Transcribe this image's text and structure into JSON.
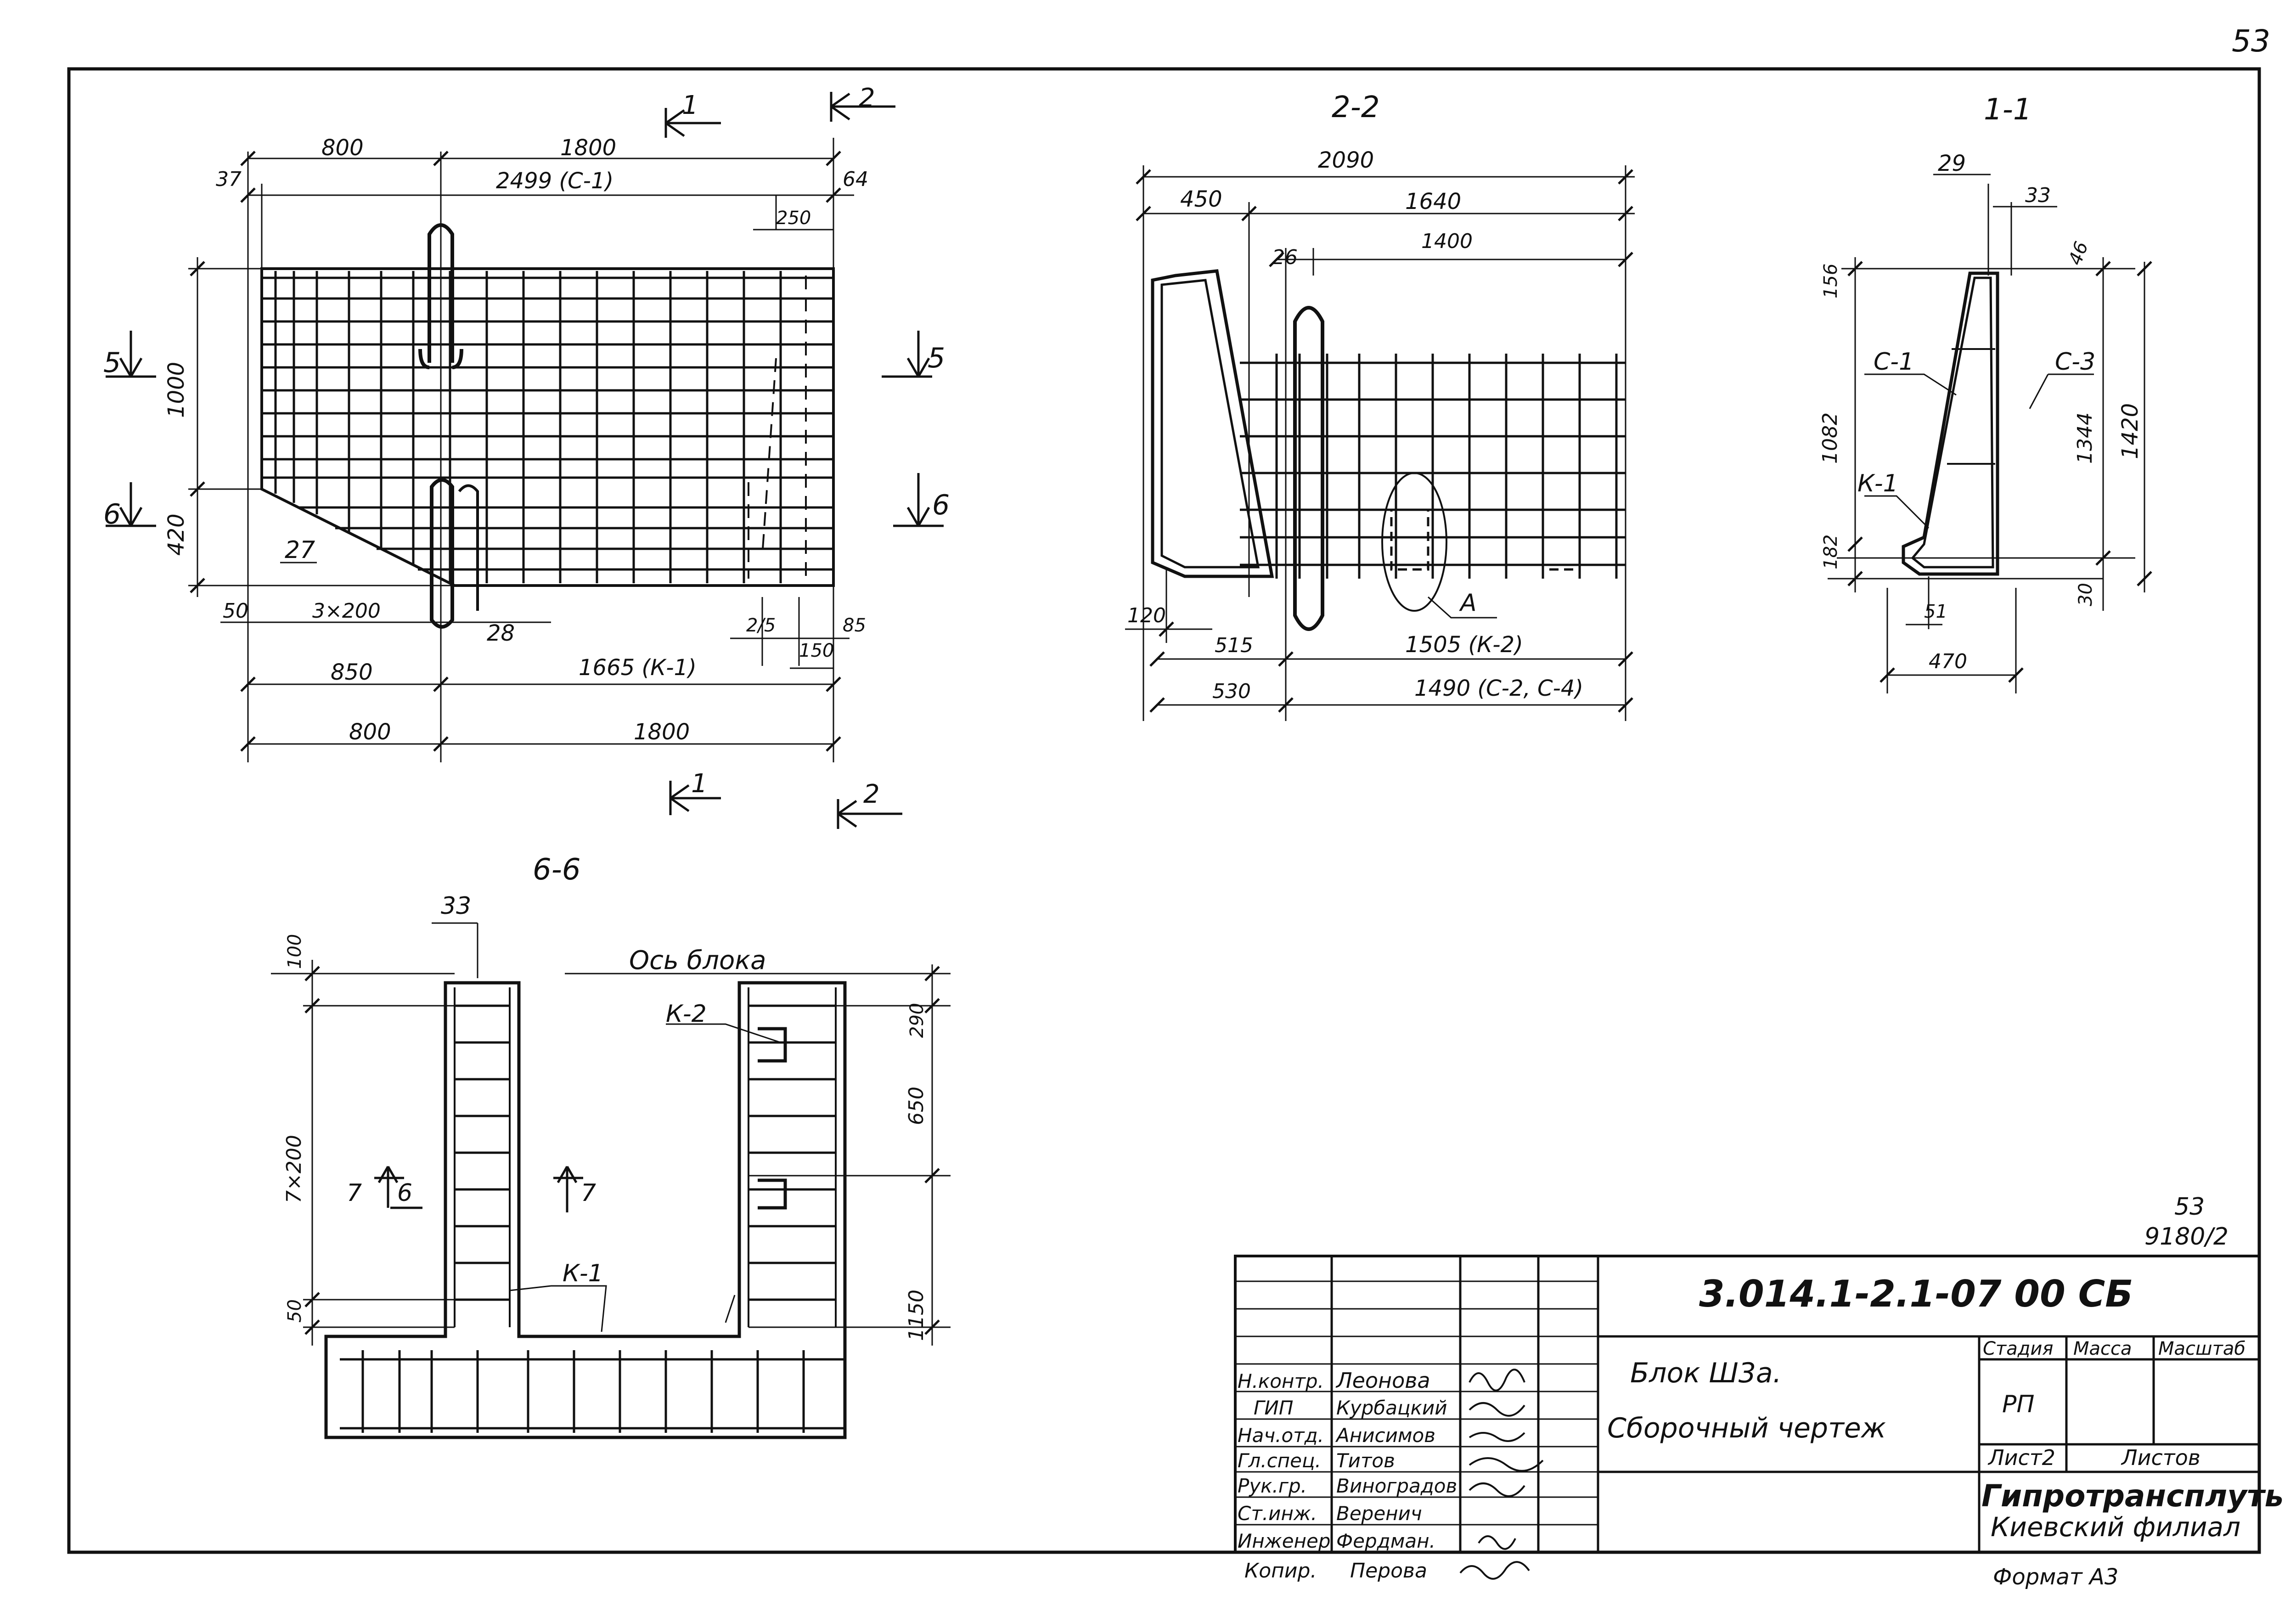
{
  "page_number": "53",
  "views": {
    "plan": {
      "dims_top": [
        "800",
        "1800",
        "37",
        "2499 (С-1)",
        "64",
        "250"
      ],
      "dims_left": [
        "1000",
        "420"
      ],
      "dims_bottom": [
        "50",
        "3×200",
        "28",
        "2/5",
        "85",
        "150",
        "850",
        "1665 (К-1)",
        "800",
        "1800"
      ],
      "label_27": "27",
      "section_1": "1",
      "section_2": "2",
      "section_5": "5",
      "section_6": "6"
    },
    "section_2_2": {
      "title": "2-2",
      "dims": [
        "2090",
        "450",
        "1640",
        "26",
        "1400",
        "120",
        "515",
        "1505 (К-2)",
        "530",
        "1490 (С-2, С-4)"
      ],
      "callout_a": "А"
    },
    "section_1_1": {
      "title": "1-1",
      "dims": [
        "29",
        "33",
        "46",
        "156",
        "1082",
        "182",
        "1344",
        "1420",
        "30",
        "51",
        "470"
      ],
      "labels": [
        "С-1",
        "С-3",
        "К-1"
      ]
    },
    "section_6_6": {
      "title": "6-6",
      "axis_label": "Ось блока",
      "dims": [
        "33",
        "100",
        "7×200",
        "50",
        "290",
        "650",
        "1150"
      ],
      "labels": [
        "К-2",
        "К-1",
        "7",
        "6",
        "7"
      ]
    }
  },
  "sheet_ref": {
    "num": "53",
    "code": "9180/2"
  },
  "title_block": {
    "doc_code": "3.014.1-2.1-07 00 СБ",
    "name_line1": "Блок Ш3а.",
    "name_line2": "Сборочный чертеж",
    "col_stage": "Стадия",
    "col_mass": "Масса",
    "col_scale": "Масштаб",
    "stage": "РП",
    "sheet": "Лист2",
    "sheets": "Листов",
    "org": "Гипротрансплуть",
    "branch": "Киевский филиал",
    "roles": [
      {
        "role": "Н.контр.",
        "name": "Леонова"
      },
      {
        "role": "ГИП",
        "name": "Курбацкий"
      },
      {
        "role": "Нач.отд.",
        "name": "Анисимов"
      },
      {
        "role": "Гл.спец.",
        "name": "Титов"
      },
      {
        "role": "Рук.гр.",
        "name": "Виноградов"
      },
      {
        "role": "Ст.инж.",
        "name": "Веренич"
      },
      {
        "role": "Инженер",
        "name": "Фердман."
      }
    ],
    "copied_label": "Копир.",
    "copied_name": "Перова",
    "format": "Формат А3"
  }
}
